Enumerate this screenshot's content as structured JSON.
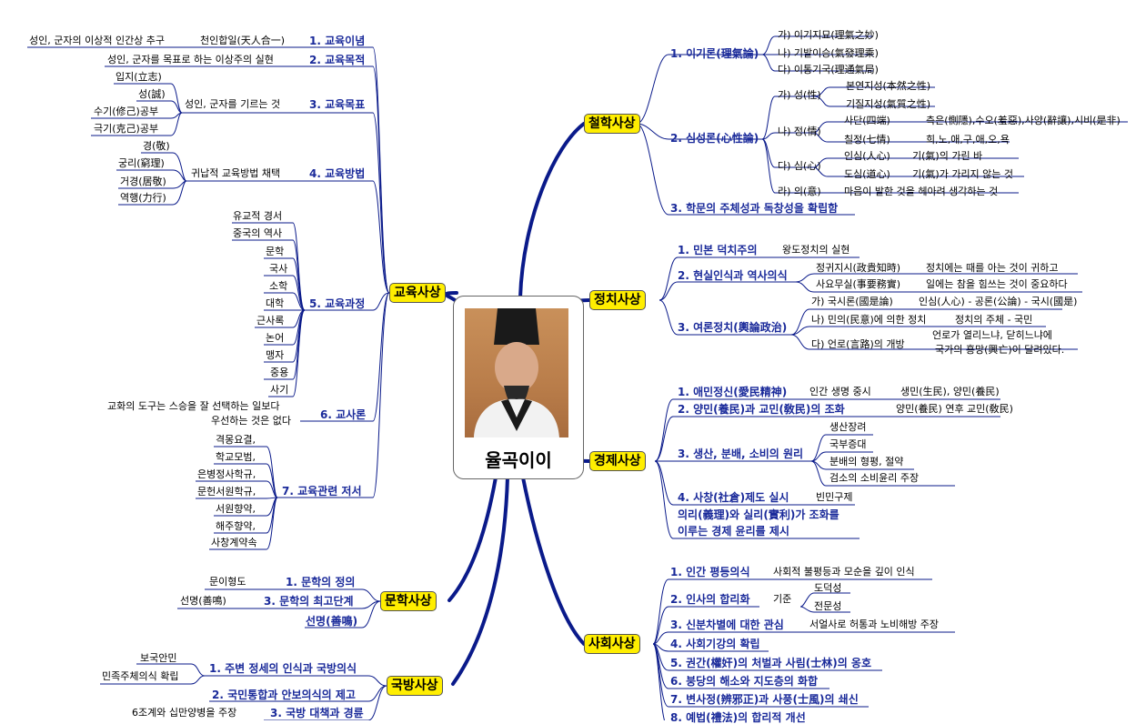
{
  "center": {
    "title": "율곡이이",
    "image_alt": "portrait"
  },
  "left": {
    "education": {
      "badge": "교육사상",
      "items": [
        {
          "label": "1. 교육이념",
          "details": [
            "천인합일(天人合一)",
            "성인, 군자의 이상적 인간상 추구"
          ]
        },
        {
          "label": "2. 교육목적",
          "details": [
            "성인, 군자를 목표로 하는 이상주의 실현"
          ]
        },
        {
          "label": "3. 교육목표",
          "details": [
            "성인, 군자를 기르는 것",
            "입지(立志)",
            "성(誠)",
            "수기(修己)공부",
            "극기(克己)공부"
          ]
        },
        {
          "label": "4. 교육방법",
          "details": [
            "귀납적 교육방법 채택",
            "경(敬)",
            "궁리(窮理)",
            "거경(居敬)",
            "역행(力行)"
          ]
        },
        {
          "label": "5. 교육과정",
          "details": [
            "유교적 경서",
            "중국의 역사",
            "문학",
            "국사",
            "소학",
            "대학",
            "근사록",
            "논어",
            "맹자",
            "중용",
            "사기"
          ]
        },
        {
          "label": "6. 교사론",
          "details": [
            "교화의 도구는 스승을 잘 선택하는 일보다",
            "우선하는 것은 없다"
          ]
        },
        {
          "label": "7. 교육관련 저서",
          "details": [
            "격몽요결,",
            "학교모범,",
            "은병정사학규,",
            "문헌서원학규,",
            "서원향약,",
            "해주향약,",
            "사창계약속"
          ]
        }
      ]
    },
    "literature": {
      "badge": "문학사상",
      "items": [
        {
          "label": "1. 문학의 정의",
          "details": [
            "문이형도"
          ]
        },
        {
          "label": "3. 문학의 최고단계",
          "details": [
            "선명(善鳴)"
          ]
        },
        {
          "label": "선명(善鳴)",
          "details": []
        }
      ]
    },
    "defense": {
      "badge": "국방사상",
      "items": [
        {
          "label": "1. 주변 정세의 인식과 국방의식",
          "details": [
            "보국안민",
            "민족주체의식 확립"
          ]
        },
        {
          "label": "2. 국민통합과 안보의식의 제고",
          "details": []
        },
        {
          "label": "3. 국방 대책과 경륜",
          "details": [
            "6조계와 십만양병을 주장"
          ]
        }
      ]
    }
  },
  "right": {
    "philosophy": {
      "badge": "철학사상",
      "items": [
        {
          "label": "1. 이기론(理氣論)",
          "details": [
            "가) 이기지묘(理氣之妙)",
            "나) 기발이승(氣發理乘)",
            "다) 이통기국(理通氣局)"
          ]
        },
        {
          "label": "2. 심성론(心性論)",
          "details": [
            "가) 성(性)",
            "본연지성(本然之性)",
            "기질지성(氣質之性)",
            "나) 정(情)",
            "사단(四端)",
            "측은(惻隱),수오(羞惡),사양(辭讓),시비(是非)",
            "칠정(七情)",
            "희,노,애,구,애,오,욕",
            "다) 심(心)",
            "인심(人心)",
            "기(氣)의 가린 바",
            "도심(道心)",
            "기(氣)가 가리지 않는 것",
            "라) 의(意)",
            "마음이 발한 것을 헤아려 생각하는 것"
          ]
        },
        {
          "label": "3. 학문의 주체성과 독창성을 확립함",
          "details": []
        }
      ]
    },
    "politics": {
      "badge": "정치사상",
      "items": [
        {
          "label": "1. 민본 덕치주의",
          "details": [
            "왕도정치의 실현"
          ]
        },
        {
          "label": "2. 현실인식과 역사의식",
          "details": [
            "정귀지시(政貴知時)",
            "정치에는 때를 아는 것이 귀하고",
            "사요무실(事要務實)",
            "일에는 참을 힘쓰는 것이 중요하다"
          ]
        },
        {
          "label": "3. 여론정치(輿論政治)",
          "details": [
            "가) 국시론(國是論)",
            "인심(人心) - 공론(公論) - 국시(國是)",
            "나) 민의(民意)에 의한 정치",
            "정치의 주체 - 국민",
            "다) 언로(言路)의 개방",
            "언로가 열리느냐, 닫히느냐에",
            "국가의 흥망(興亡)이 달려있다."
          ]
        }
      ]
    },
    "economy": {
      "badge": "경제사상",
      "items": [
        {
          "label": "1. 애민정신(愛民精神)",
          "details": [
            "인간 생명 중시",
            "생민(生民), 양민(養民)"
          ]
        },
        {
          "label": "2. 양민(養民)과 교민(敎民)의 조화",
          "details": [
            "양민(養民) 연후 교민(敎民)"
          ]
        },
        {
          "label": "3. 생산, 분배, 소비의 원리",
          "details": [
            "생산장려",
            "국부증대",
            "분배의 형평, 절약",
            "검소의 소비윤리 주장"
          ]
        },
        {
          "label": "4. 사창(社倉)제도 실시",
          "details": [
            "빈민구제"
          ]
        },
        {
          "label": "의리(義理)와  실리(實利)가 조화를",
          "details": [
            "이루는 경제 윤리를 제시"
          ]
        }
      ]
    },
    "society": {
      "badge": "사회사상",
      "items": [
        {
          "label": "1. 인간 평등의식",
          "details": [
            "사회적 불평등과 모순을 깊이 인식"
          ]
        },
        {
          "label": "2. 인사의 합리화",
          "details": [
            "기준",
            "도덕성",
            "전문성"
          ]
        },
        {
          "label": "3. 신분차별에 대한 관심",
          "details": [
            "서얼사로 허통과 노비해방 주장"
          ]
        },
        {
          "label": "4. 사회기강의 확립",
          "details": []
        },
        {
          "label": "5. 권간(權奸)의 처벌과 사림(士林)의 옹호",
          "details": []
        },
        {
          "label": "6. 붕당의 해소와 지도층의 화합",
          "details": []
        },
        {
          "label": "7. 변사정(辨邪正)과 사풍(士風)의 쇄신",
          "details": []
        },
        {
          "label": "8. 예법(禮法)의 합리적 개선",
          "details": []
        }
      ]
    }
  },
  "colors": {
    "badge_fill": "#ffee00",
    "branch": "#0a1a8a",
    "text_link": "#1a2a9a"
  }
}
